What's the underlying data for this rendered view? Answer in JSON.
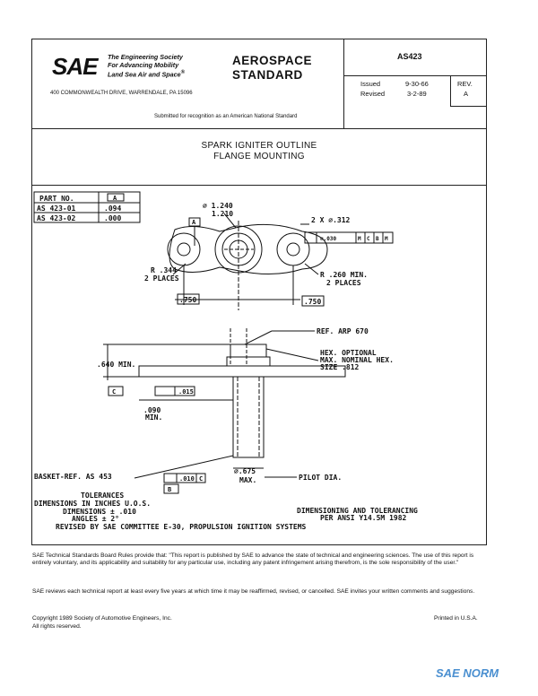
{
  "header": {
    "logo": "SAE",
    "society_lines": [
      "The Engineering Society",
      "For Advancing Mobility",
      "Land Sea Air and Space"
    ],
    "intl_mark": "®",
    "address": "400 COMMONWEALTH DRIVE, WARRENDALE, PA 15096",
    "standard_type_line1": "AEROSPACE",
    "standard_type_line2": "STANDARD",
    "doc_number": "AS423",
    "issued_label": "Issued",
    "issued_date": "9-30-66",
    "revised_label": "Revised",
    "revised_date": "3-2-89",
    "rev_label": "REV.",
    "rev_value": "A",
    "submitted": "Submitted for recognition as an American National Standard"
  },
  "title": {
    "line1": "SPARK IGNITER OUTLINE",
    "line2": "FLANGE MOUNTING"
  },
  "drawing": {
    "part_table": {
      "header": [
        "PART NO.",
        "A"
      ],
      "rows": [
        [
          "AS 423-01",
          ".094"
        ],
        [
          "AS 423-02",
          ".000"
        ]
      ]
    },
    "labels": {
      "dia_top": "⌀ 1.240",
      "dia_bottom": "1.210",
      "datum_a": "A",
      "holes": "2 X ⌀.312",
      "tol_frame": [
        "⌀.030",
        "M",
        "C",
        "B",
        "M"
      ],
      "radius_left_1": "R .344",
      "radius_left_2": "2 PLACES",
      "radius_right_1": "R .260 MIN.",
      "radius_right_2": "2 PLACES",
      "dim_750_left": ".750",
      "dim_750_right": ".750",
      "ref_arp": "REF. ARP 670",
      "hex_1": "HEX. OPTIONAL",
      "hex_2": "MAX. NOMINAL HEX.",
      "hex_3": "SIZE .812",
      "dim_640": ".640 MIN.",
      "datum_c": "C",
      "flat_tol": ".015",
      "dim_090_1": ".090",
      "dim_090_2": "MIN.",
      "basket": "BASKET-REF. AS 453",
      "perp_tol": ".010",
      "perp_datum": "C",
      "datum_b": "B",
      "pilot_dia_1": "⌀.675",
      "pilot_dia_2": "MAX.",
      "pilot": "PILOT DIA."
    },
    "tolerances": [
      "TOLERANCES",
      "DIMENSIONS IN INCHES U.O.S.",
      "DIMENSIONS ± .010",
      "ANGLES ± 2°"
    ],
    "dim_std_1": "DIMENSIONING AND TOLERANCING",
    "dim_std_2": "PER ANSI Y14.5M 1982",
    "revised_by": "REVISED BY SAE COMMITTEE E-30, PROPULSION IGNITION SYSTEMS"
  },
  "footer": {
    "para1": "SAE Technical Standards Board Rules provide that: \"This report is published by SAE to advance the state of technical and engineering sciences. The use of this report is entirely voluntary, and its applicability and suitability for any particular use, including any patent infringement arising therefrom, is the sole responsibility of the user.\"",
    "para2": "SAE reviews each technical report at least every five years at which time it may be reaffirmed, revised, or cancelled. SAE invites your written comments and suggestions.",
    "copyright": "Copyright 1989 Society of Automotive Engineers, Inc.",
    "rights": "All rights reserved.",
    "printed": "Printed in U.S.A.",
    "watermark": "SAE NORM"
  }
}
